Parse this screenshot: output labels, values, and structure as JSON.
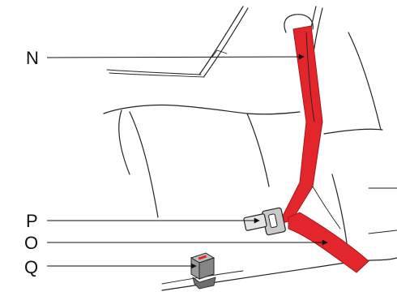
{
  "labels": {
    "n": "N",
    "p": "P",
    "o": "O",
    "q": "Q"
  },
  "colors": {
    "belt": "#e3262b",
    "belt_dark": "#a8151a",
    "buckle": "#c9c9c9",
    "receiver": "#9a9a9a",
    "line": "#222222"
  }
}
